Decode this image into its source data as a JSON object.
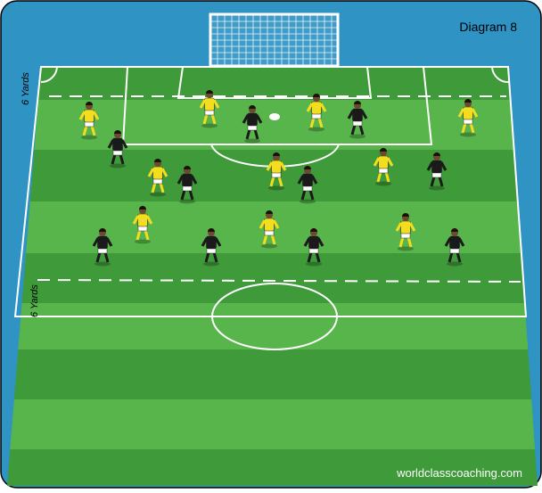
{
  "diagram": {
    "title": "Diagram  8",
    "credit": "worldclasscoaching.com",
    "labels": {
      "top_yards": "6 Yards",
      "bottom_yards": "6 Yards"
    },
    "colors": {
      "frame": "#2f93c4",
      "grass_light": "#58b54b",
      "grass_dark": "#3f9a3a",
      "lines": "#ffffff",
      "team_yellow": "#f2dd1f",
      "team_black": "#1a1a1a",
      "shorts_yellow_team": "#ffffff",
      "shorts_black_team": "#ffffff"
    },
    "players": {
      "yellow": [
        {
          "id": 1,
          "icon": "player-yellow"
        },
        {
          "id": 2,
          "icon": "player-yellow"
        },
        {
          "id": 3,
          "icon": "player-yellow"
        },
        {
          "id": 4,
          "icon": "player-yellow"
        },
        {
          "id": 5,
          "icon": "player-yellow"
        },
        {
          "id": 6,
          "icon": "player-yellow"
        },
        {
          "id": 7,
          "icon": "player-yellow"
        },
        {
          "id": 8,
          "icon": "player-yellow"
        },
        {
          "id": 9,
          "icon": "player-yellow"
        },
        {
          "id": 10,
          "icon": "player-yellow"
        }
      ],
      "black": [
        {
          "id": 1,
          "icon": "player-black"
        },
        {
          "id": 2,
          "icon": "player-black"
        },
        {
          "id": 3,
          "icon": "player-black"
        },
        {
          "id": 4,
          "icon": "player-black"
        },
        {
          "id": 5,
          "icon": "player-black"
        },
        {
          "id": 6,
          "icon": "player-black"
        },
        {
          "id": 7,
          "icon": "player-black"
        },
        {
          "id": 8,
          "icon": "player-black"
        },
        {
          "id": 9,
          "icon": "player-black"
        },
        {
          "id": 10,
          "icon": "player-black"
        },
        {
          "id": 11,
          "icon": "player-black"
        }
      ]
    },
    "ball": {
      "icon": "ball-icon"
    }
  }
}
